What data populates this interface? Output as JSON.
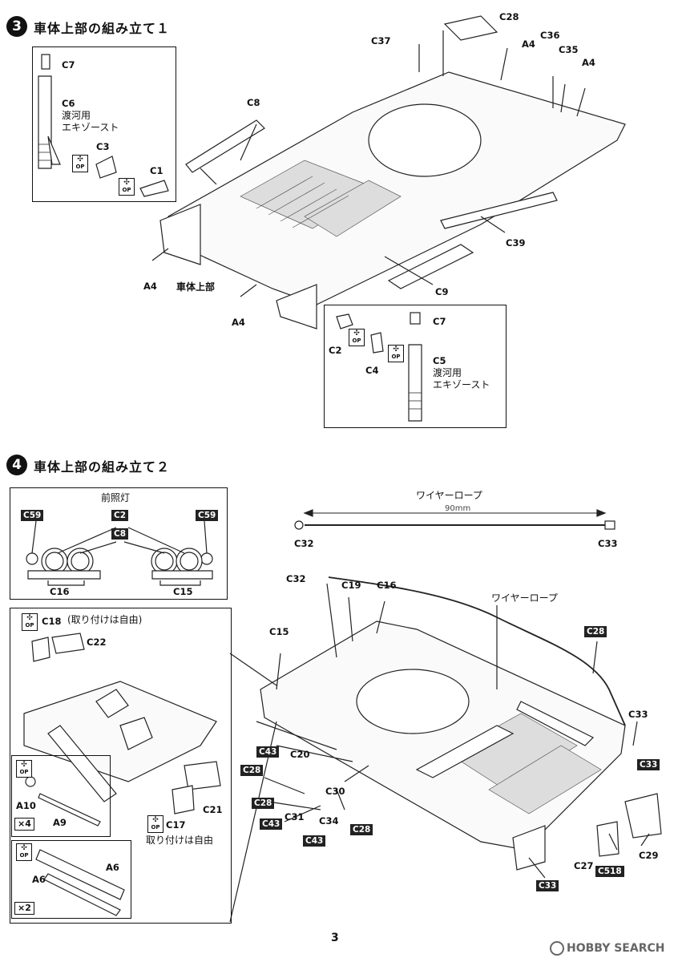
{
  "step3": {
    "number": "3",
    "title": "車体上部の組み立て１",
    "inset_left": {
      "c7": "C7",
      "c6": "C6",
      "exhaust": "渡河用\nエキゾースト",
      "c3": "C3",
      "c1": "C1",
      "op": "OP"
    },
    "labels": {
      "c28": "C28",
      "c37": "C37",
      "a4_top": "A4",
      "c36": "C36",
      "c35": "C35",
      "a4_right": "A4",
      "c8": "C8",
      "c39": "C39",
      "c9": "C9",
      "a4_left": "A4",
      "hull_upper": "車体上部",
      "a4_bottom": "A4"
    },
    "inset_right": {
      "c7": "C7",
      "c2": "C2",
      "c4": "C4",
      "c5": "C5",
      "exhaust": "渡河用\nエキゾースト",
      "op": "OP"
    }
  },
  "step4": {
    "number": "4",
    "title": "車体上部の組み立て２",
    "headlights": {
      "title": "前照灯",
      "c59_left": "C59",
      "c2": "C2",
      "c8": "C8",
      "c59_right": "C59",
      "c16": "C16",
      "c15": "C15"
    },
    "wire_rope_top": {
      "title": "ワイヤーロープ",
      "length": "90mm",
      "c32": "C32",
      "c33": "C33"
    },
    "inset_left": {
      "c18": "C18",
      "c18_note": "(取り付けは自由)",
      "c22": "C22",
      "a10": "A10",
      "a9": "A9",
      "x4": "×4",
      "c17": "C17",
      "c17_note": "取り付けは自由",
      "c21": "C21",
      "a6_right": "A6",
      "a6_left": "A6",
      "x2": "×2",
      "op": "OP"
    },
    "labels": {
      "c32": "C32",
      "c19": "C19",
      "c16": "C16",
      "wire_rope": "ワイヤーロープ",
      "c28_badge": "C28",
      "c15": "C15",
      "c33": "C33",
      "c43_1": "C43",
      "c20": "C20",
      "c28_1": "C28",
      "c33_badge": "C33",
      "c28_2": "C28",
      "c30": "C30",
      "c43_2": "C43",
      "c31": "C31",
      "c34": "C34",
      "c28_3": "C28",
      "c43_3": "C43",
      "c27": "C27",
      "c518": "C518",
      "c29": "C29",
      "c33_bottom": "C33"
    }
  },
  "footer": {
    "page_number": "3",
    "watermark": "HOBBY SEARCH"
  }
}
